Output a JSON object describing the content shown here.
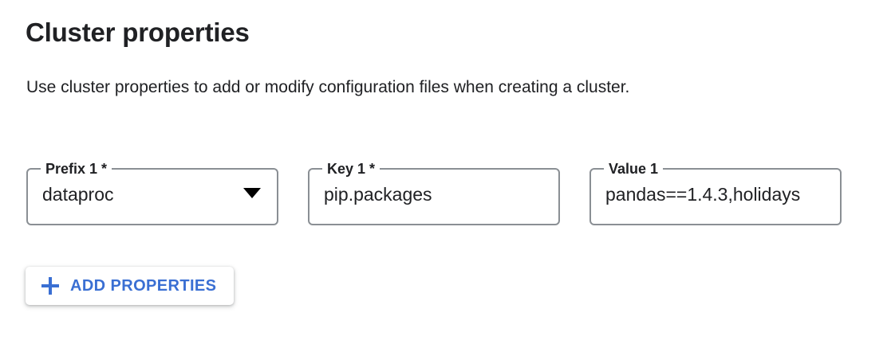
{
  "section": {
    "title": "Cluster properties",
    "description": "Use cluster properties to add or modify configuration files when creating a cluster."
  },
  "fields": [
    {
      "label": "Prefix 1 *",
      "value": "dataproc",
      "type": "select",
      "caret_icon": "chevron-down-icon"
    },
    {
      "label": "Key 1 *",
      "value": "pip.packages",
      "type": "text"
    },
    {
      "label": "Value 1",
      "value": "pandas==1.4.3,holidays",
      "type": "text"
    }
  ],
  "add_button": {
    "label": "ADD PROPERTIES",
    "icon": "plus-icon"
  },
  "colors": {
    "accent": "#3a6fd3",
    "text": "#202124",
    "border": "#8a8f94",
    "background": "#ffffff"
  }
}
